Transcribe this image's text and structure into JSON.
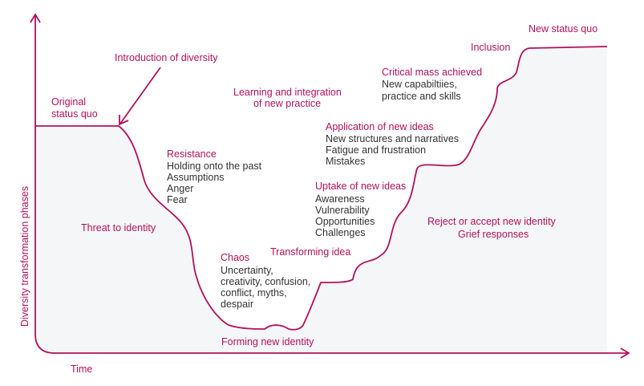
{
  "axes": {
    "y_label": "Diversity transformation phases",
    "x_label": "Time"
  },
  "colors": {
    "accent": "#b3105c",
    "body_text": "#333333",
    "area_fill": "#f5f6f8"
  },
  "phases": {
    "original": [
      "Original",
      "status quo"
    ],
    "introduction": "Introduction of diversity",
    "resistance": {
      "title": "Resistance",
      "items": [
        "Holding onto the past",
        "Assumptions",
        "Anger",
        "Fear"
      ]
    },
    "threat": "Threat to identity",
    "chaos": {
      "title": "Chaos",
      "items": [
        "Uncertainty,",
        "creativity, confusion,",
        "conflict, myths,",
        "despair"
      ]
    },
    "forming": "Forming new identity",
    "learning": [
      "Learning and integration",
      "of new practice"
    ],
    "transforming": "Transforming idea",
    "uptake": {
      "title": "Uptake of new ideas",
      "items": [
        "Awareness",
        "Vulnerability",
        "Opportunities",
        "Challenges"
      ]
    },
    "application": {
      "title": "Application of new ideas",
      "items": [
        "New structures and narratives",
        "Fatigue and frustration",
        "Mistakes"
      ]
    },
    "critical_mass": {
      "title": "Critical mass achieved",
      "items": [
        "New capabiltiies,",
        "practice and skills"
      ]
    },
    "reject": [
      "Reject or accept new identity",
      "Grief responses"
    ],
    "inclusion": "Inclusion",
    "new_status": "New status quo"
  }
}
